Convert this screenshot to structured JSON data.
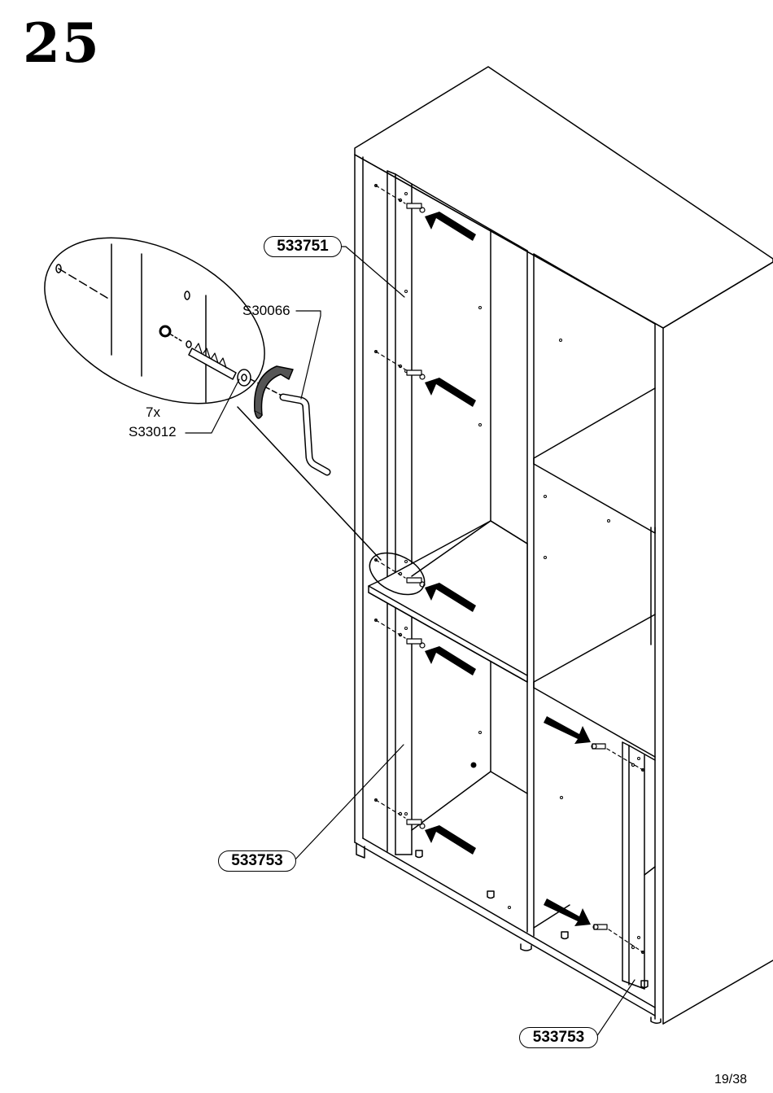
{
  "step": {
    "number": "25"
  },
  "page": {
    "number": "19/38"
  },
  "callouts": {
    "part_top_panel": "533751",
    "part_bottom_left": "533753",
    "part_bottom_right": "533753",
    "tool": "S30066",
    "fitting_qty": "7x",
    "fitting": "S33012"
  }
}
